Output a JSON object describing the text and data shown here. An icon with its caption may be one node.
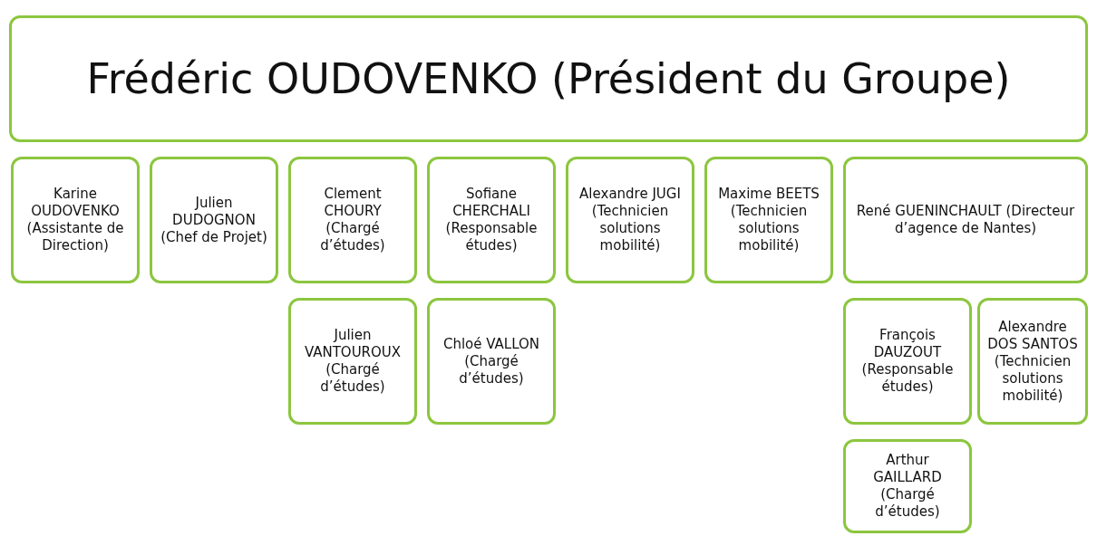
{
  "diagram": {
    "nodes": [
      {
        "text": [
          "Frédéric OUDOVENKO (Président du Groupe)"
        ]
      },
      {
        "text": [
          "Karine OUDOVENKO (Assistante de Direction)"
        ]
      },
      {
        "text": [
          "Julien DUDOGNON (Chef de Projet)"
        ]
      },
      {
        "text": [
          "Clement CHOURY (Chargé d’études)"
        ]
      },
      {
        "text": [
          "Sofiane CHERCHALI (Responsable études)"
        ]
      },
      {
        "text": [
          "Alexandre JUGI (Technicien solutions mobilité)"
        ]
      },
      {
        "text": [
          "Maxime BEETS (Technicien solutions mobilité)"
        ]
      },
      {
        "text": [
          "René GUENINCHAULT (Directeur d’agence de Nantes)"
        ]
      },
      {
        "text": [
          "Julien VANTOUROUX (Chargé d’études)"
        ]
      },
      {
        "text": [
          "Chloé VALLON (Chargé d’études)"
        ]
      },
      {
        "text": [
          "François DAUZOUT (Responsable études)"
        ]
      },
      {
        "text": [
          "Alexandre DOS SANTOS (Technicien solutions mobilité)"
        ]
      },
      {
        "text": [
          "Arthur GAILLARD (Chargé d’études)"
        ]
      }
    ]
  }
}
